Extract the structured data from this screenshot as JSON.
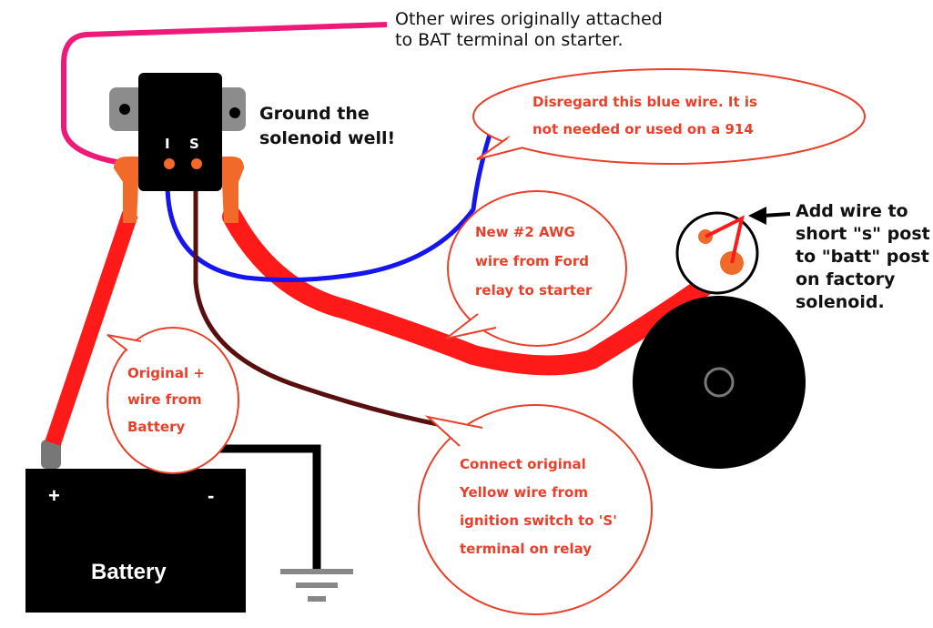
{
  "labels": {
    "other_wires_line1": "Other wires originally attached",
    "other_wires_line2": "to BAT terminal on starter.",
    "ground_line1": "Ground the",
    "ground_line2": "solenoid well!",
    "add_wire_line1": "Add wire to",
    "add_wire_line2": "short \"s\" post",
    "add_wire_line3": "to \"batt\" post",
    "add_wire_line4": "on factory",
    "add_wire_line5": "solenoid."
  },
  "relay": {
    "terminal_i": "I",
    "terminal_s": "S"
  },
  "battery": {
    "label": "Battery",
    "plus": "+",
    "minus": "-"
  },
  "bubbles": {
    "blue_wire_line1": "Disregard this blue wire. It is",
    "blue_wire_line2": "not needed or used on a 914",
    "new_wire_line1": "New #2 AWG",
    "new_wire_line2": "wire from Ford",
    "new_wire_line3": "relay to starter",
    "original_line1": "Original +",
    "original_line2": "wire from",
    "original_line3": "Battery",
    "connect_line1": "Connect original",
    "connect_line2": "Yellow wire from",
    "connect_line3": "ignition switch to 'S'",
    "connect_line4": "terminal on relay"
  },
  "colors": {
    "red_cable": "#ff1a1a",
    "blue_wire": "#1515ee",
    "brown_wire": "#5a0f0f",
    "pink_wire": "#ee1a7a",
    "bubble_outline": "#e8402a",
    "bubble_text": "#e8402a",
    "orange_terminal": "#f26a2a",
    "black": "#000000"
  }
}
